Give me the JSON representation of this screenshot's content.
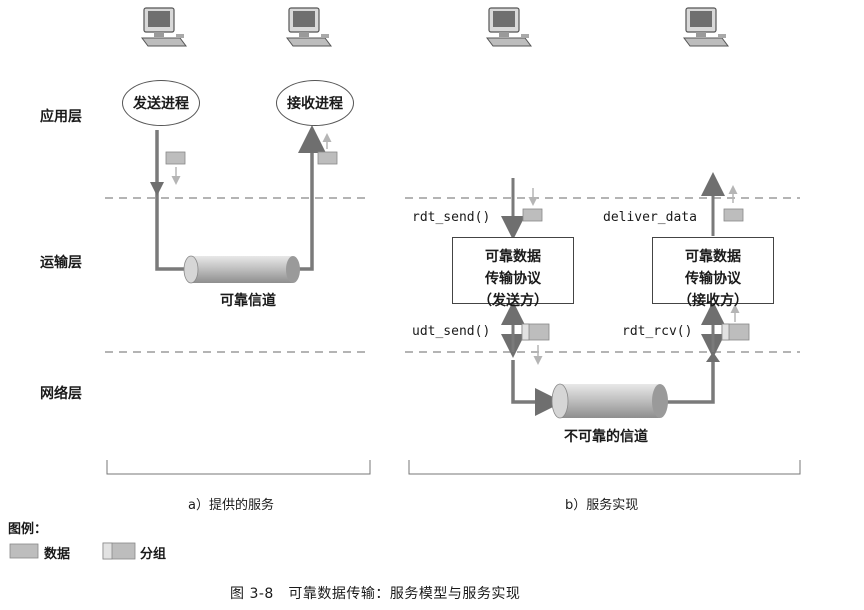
{
  "layers": {
    "application": "应用层",
    "transport": "运输层",
    "network": "网络层"
  },
  "panel_a": {
    "send_process": "发送进程",
    "recv_process": "接收进程",
    "channel": "可靠信道",
    "caption": "a）提供的服务"
  },
  "panel_b": {
    "rdt_send": "rdt_send()",
    "deliver_data": "deliver_data",
    "udt_send": "udt_send()",
    "rdt_rcv": "rdt_rcv()",
    "sender_proto": [
      "可靠数据",
      "传输协议",
      "（发送方）"
    ],
    "receiver_proto": [
      "可靠数据",
      "传输协议",
      "（接收方）"
    ],
    "channel": "不可靠的信道",
    "caption": "b）服务实现"
  },
  "legend": {
    "title": "图例：",
    "data": "数据",
    "packet": "分组"
  },
  "figure_title": "图 3-8　可靠数据传输：服务模型与服务实现",
  "icons": [
    "computer-icon",
    "data-icon",
    "packet-icon",
    "pipe-icon"
  ],
  "colors": {
    "arrow": "#7a7a7a",
    "pipe": "#c9c9c9",
    "packet": "#bdbdbd",
    "dashed": "#888888"
  }
}
